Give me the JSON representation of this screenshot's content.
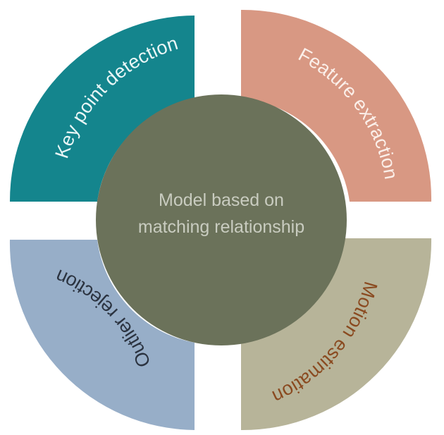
{
  "center": {
    "line1": "Model based on",
    "line2": "matching relationship",
    "color": "#6b725a",
    "text_color": "#c9ccc0"
  },
  "segments": [
    {
      "label": "Key point detection",
      "color": "#14858d",
      "text_color": "#e9f6f6"
    },
    {
      "label": "Feature extraction",
      "color": "#d89883",
      "text_color": "#fbefe9"
    },
    {
      "label": "Motion estimation",
      "color": "#b7b499",
      "text_color": "#8a4a20"
    },
    {
      "label": "Outlier rejection",
      "color": "#97aec8",
      "text_color": "#2b3340"
    }
  ]
}
